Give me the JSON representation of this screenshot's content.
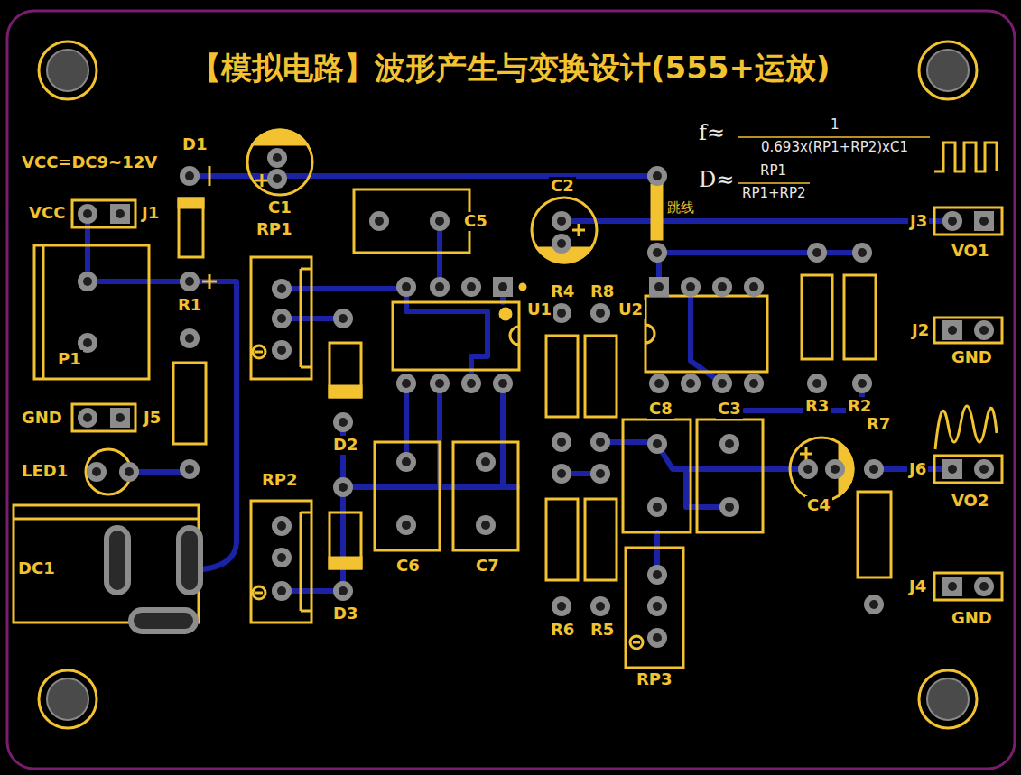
{
  "diagram": {
    "title": "【模拟电路】波形产生与变换设计(555+运放)",
    "labels": [
      "VCC=DC9~12V",
      "D1",
      "C1",
      "C2",
      "C5",
      "跳线",
      "J3",
      "VO1",
      "VCC",
      "J1",
      "RP1",
      "R4",
      "R8",
      "U1",
      "U2",
      "R1",
      "P1",
      "J2",
      "GND",
      "D2",
      "C8",
      "C3",
      "R3",
      "R2",
      "GND",
      "J5",
      "LED1",
      "R7",
      "J6",
      "VO2",
      "RP2",
      "C4",
      "C6",
      "C7",
      "DC1",
      "D3",
      "R6",
      "R5",
      "RP3",
      "J4",
      "GND",
      "f≈",
      "1",
      "0.693x(RP1+RP2)xC1",
      "D≈",
      "RP1",
      "RP1+RP2"
    ]
  }
}
